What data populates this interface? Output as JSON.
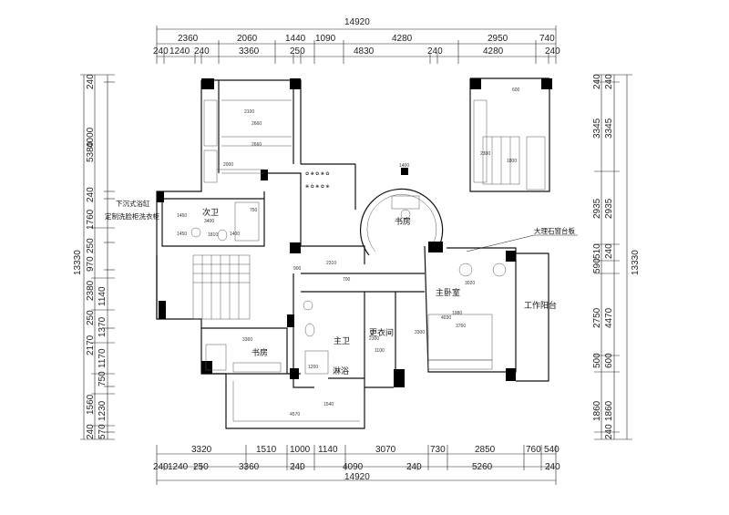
{
  "top_dims": {
    "total": "14920",
    "row1": [
      "2360",
      "2060",
      "1440",
      "1090",
      "4280",
      "2950",
      "740"
    ],
    "row2": [
      "240",
      "1240",
      "240",
      "3360",
      "250",
      "4830",
      "240",
      "4280",
      "240"
    ]
  },
  "bottom_dims": {
    "total": "14920",
    "row1": [
      "3320",
      "1510",
      "1000",
      "1140",
      "3070",
      "730",
      "2850",
      "760",
      "540"
    ],
    "row2": [
      "240",
      "1240",
      "250",
      "3360",
      "240",
      "4090",
      "240",
      "5260",
      "240"
    ]
  },
  "left_dims": {
    "total": "13330",
    "outer": [
      "5380",
      "2380",
      "1140",
      "1370",
      "1170",
      "750",
      "1230",
      "570"
    ],
    "inner": [
      "240",
      "4000",
      "240",
      "1760",
      "250",
      "970",
      "250",
      "2170",
      "1560",
      "240"
    ]
  },
  "right_dims": {
    "total": "13330",
    "outer": [
      "240",
      "3345",
      "2935",
      "590",
      "510",
      "4470",
      "500",
      "1860"
    ],
    "inner": [
      "240",
      "3345",
      "2935",
      "240",
      "2750",
      "600",
      "1860",
      "240"
    ]
  },
  "rooms": {
    "study_top": "书房",
    "secondary_bath": "次卫",
    "master_bath": "主卫",
    "shower": "淋浴",
    "walk_in_closet": "更衣间",
    "master_bedroom": "主卧室",
    "work_balcony": "工作阳台",
    "study_bottom": "书房"
  },
  "notes": {
    "sunken_tub": "下沉式浴缸",
    "custom_cabinet": "定制洗脸柜洗衣柜",
    "marble_sill": "大理石窗台板"
  },
  "inner_dims": {
    "stair_a": "2100",
    "stair_b": "2660",
    "stair_c": "2660",
    "stair_d": "2000",
    "tub_1450": "1450",
    "tub_1450b": "1450",
    "bath_3400": "3400",
    "bath_750": "750",
    "bath_1400": "1400",
    "bath_1810": "1810",
    "corr_2310": "2310",
    "corr_900": "900",
    "door_700": "700",
    "bed_3020": "3020",
    "bed_1980": "1980",
    "bed_3760": "3760",
    "bed_4030": "4030",
    "closet_3300": "3300",
    "closet_1100": "1100",
    "closet_2300": "2300",
    "study_3360": "3360",
    "balc_4570": "4570",
    "balc_1540": "1540",
    "shower_1200": "1200",
    "arc_1400": "1400",
    "r_600": "600",
    "r_1800": "1800",
    "r_2300": "2300"
  }
}
